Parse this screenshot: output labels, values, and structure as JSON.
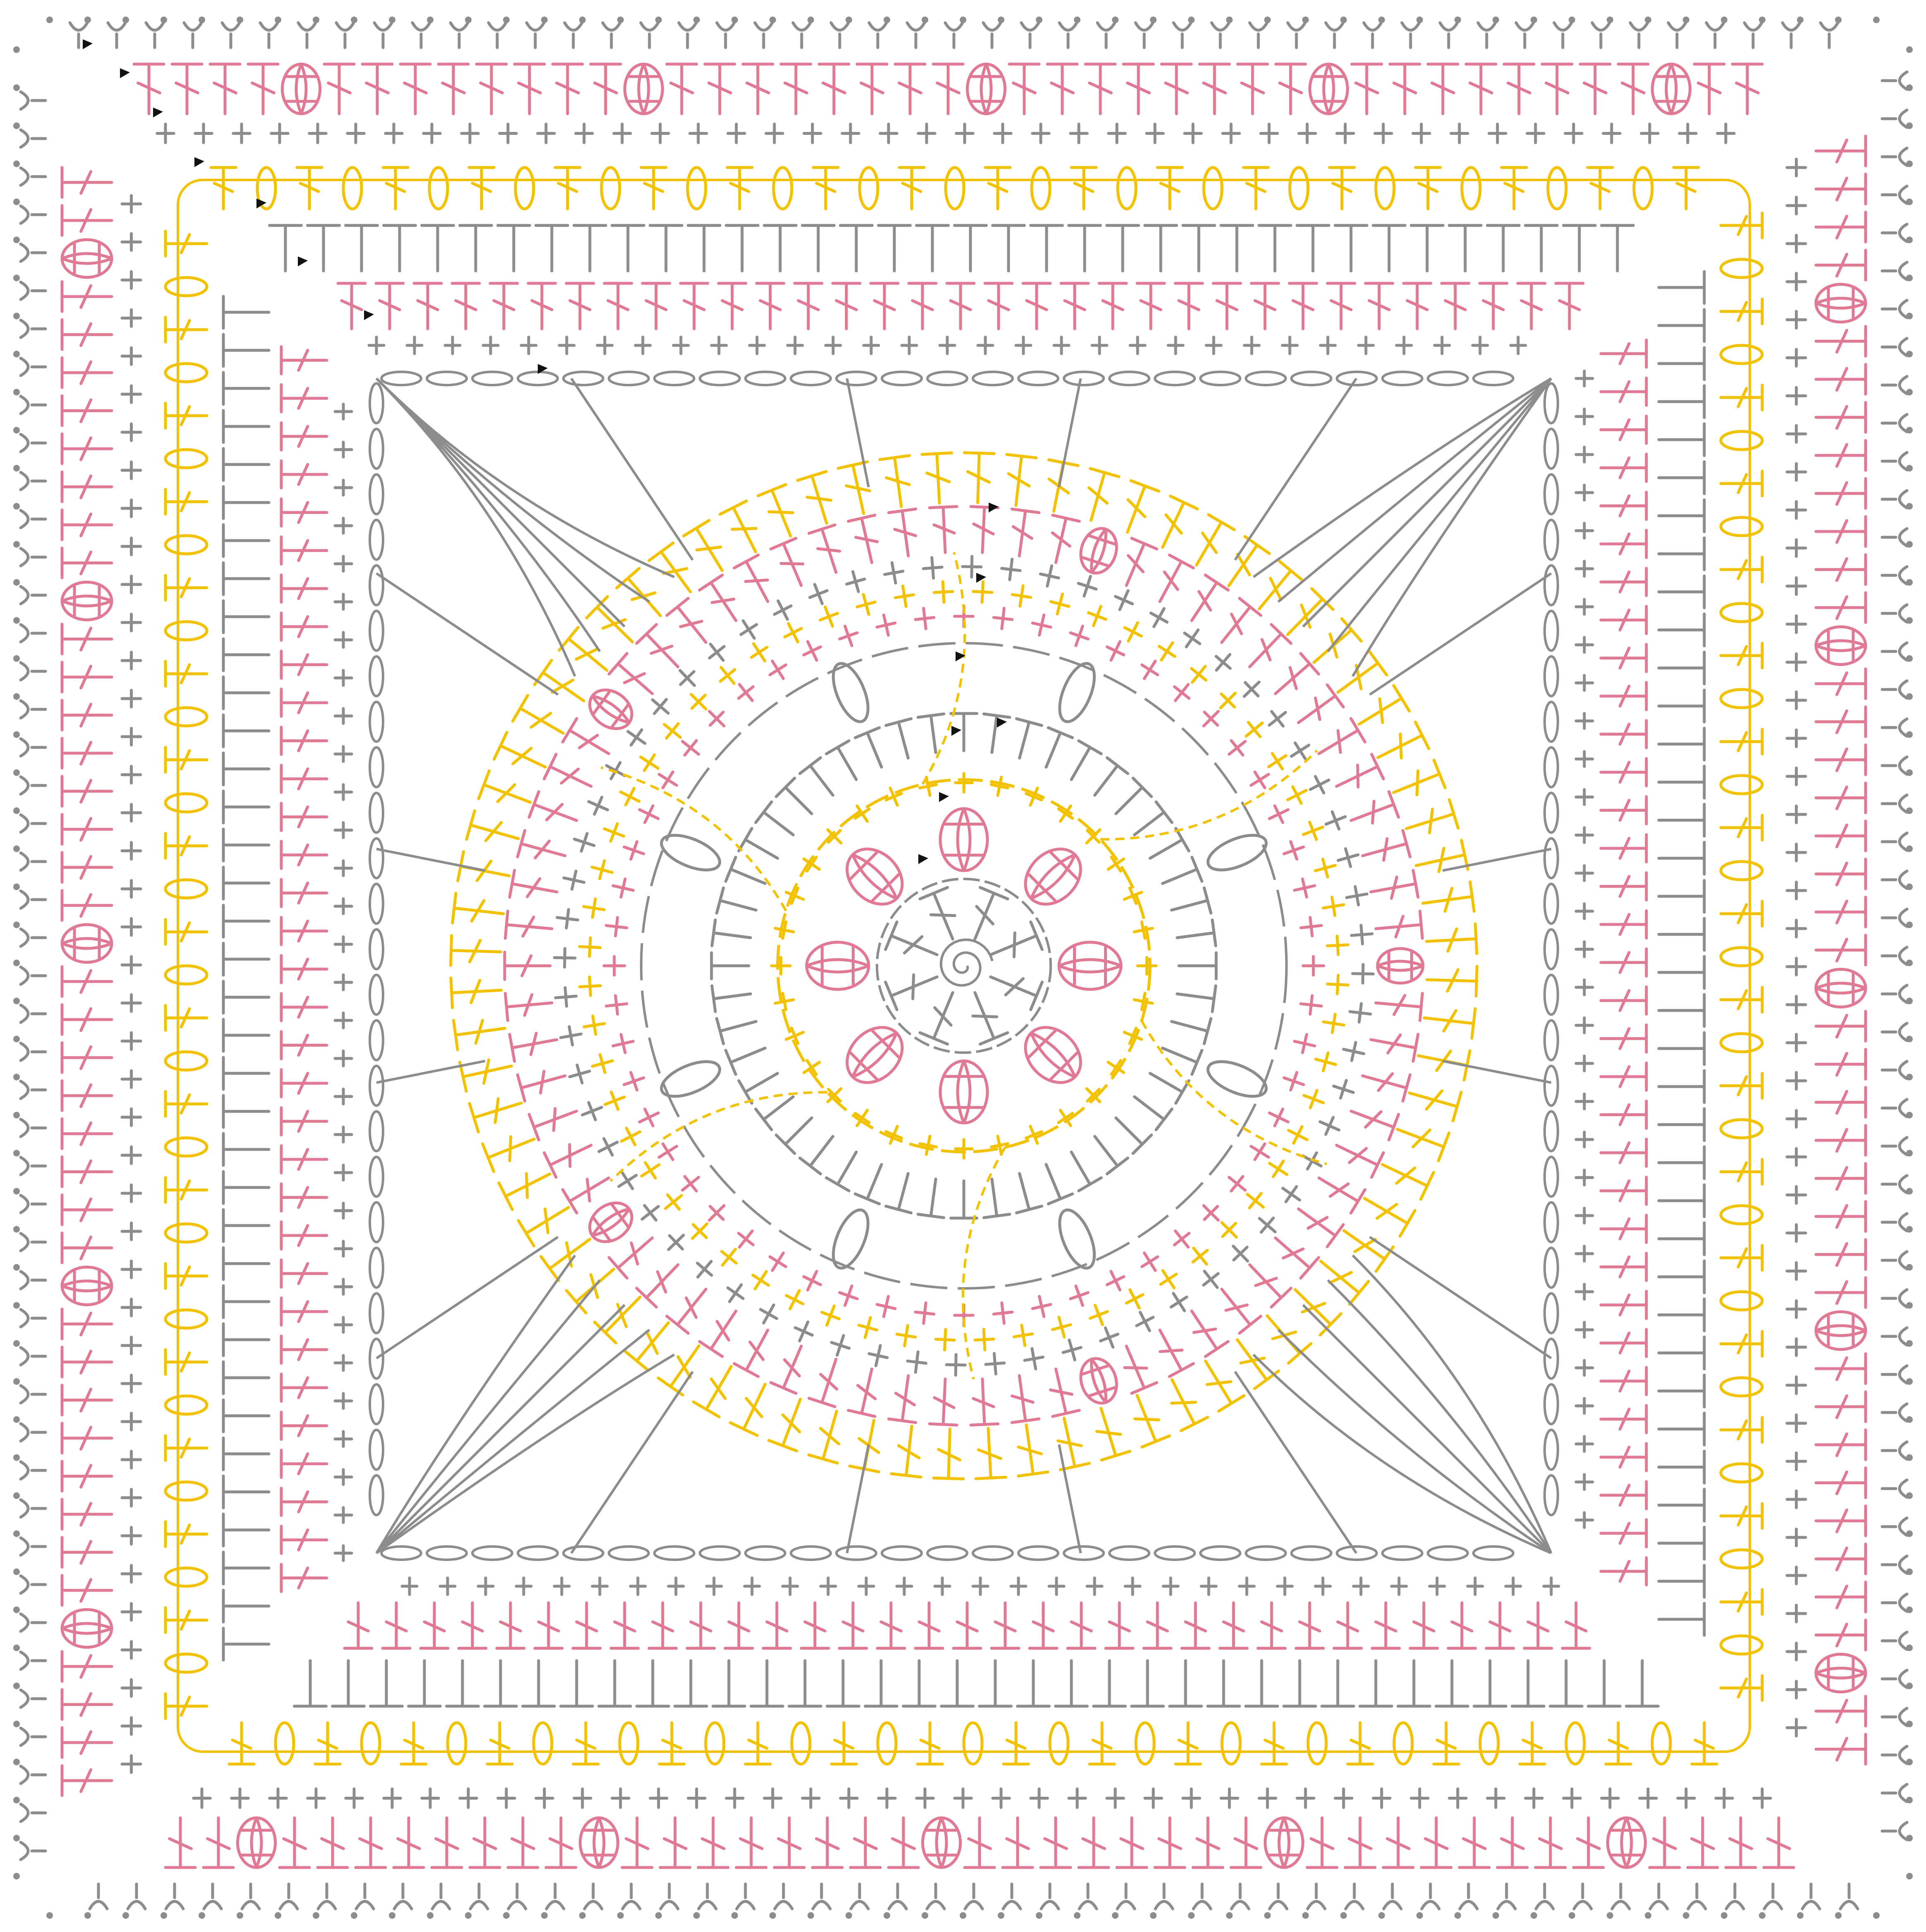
{
  "diagram": {
    "kind": "crochet-granny-square-chart",
    "shape": "square",
    "center_motif": "flower",
    "colors": {
      "grey": "#8c8c8c",
      "pink": "#e07a94",
      "yellow": "#f2c200",
      "marker": "#111111",
      "background": "#ffffff"
    },
    "stitch_symbols": [
      "chain",
      "slip-stitch",
      "single-crochet",
      "half-double-crochet",
      "double-crochet",
      "treble-crochet",
      "cluster",
      "bobble",
      "puff"
    ],
    "rounds": [
      {
        "index": 1,
        "color": "grey",
        "stitch": "chain-ring"
      },
      {
        "index": 2,
        "color": "pink",
        "stitch": "bobble"
      },
      {
        "index": 3,
        "color": "yellow",
        "stitch": "single-crochet-and-chain"
      },
      {
        "index": 4,
        "color": "grey",
        "stitch": "double-crochet-and-chain-arches"
      },
      {
        "index": 5,
        "color": "pink",
        "stitch": "single-crochet"
      },
      {
        "index": 6,
        "color": "yellow",
        "stitch": "single-crochet"
      },
      {
        "index": 7,
        "color": "grey",
        "stitch": "single-crochet"
      },
      {
        "index": 8,
        "color": "pink",
        "stitch": "double-crochet"
      },
      {
        "index": 9,
        "color": "yellow",
        "stitch": "double-crochet"
      },
      {
        "index": 10,
        "color": "grey",
        "stitch": "chain-frame-and-tall-corners"
      },
      {
        "index": 11,
        "color": "grey",
        "stitch": "single-crochet"
      },
      {
        "index": 12,
        "color": "pink",
        "stitch": "double-crochet"
      },
      {
        "index": 13,
        "color": "grey",
        "stitch": "half-double-crochet"
      },
      {
        "index": 14,
        "color": "yellow",
        "stitch": "double-crochet-and-chain"
      },
      {
        "index": 15,
        "color": "grey",
        "stitch": "single-crochet"
      },
      {
        "index": 16,
        "color": "pink",
        "stitch": "double-crochet-with-bobbles"
      },
      {
        "index": 17,
        "color": "grey",
        "stitch": "crab-stitch-edging"
      }
    ]
  }
}
